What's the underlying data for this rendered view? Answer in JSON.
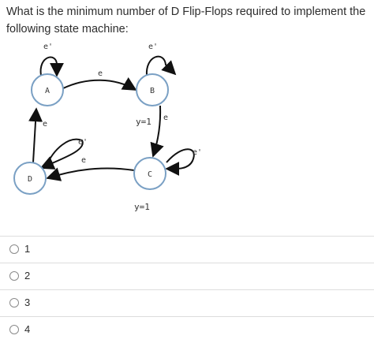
{
  "question": {
    "text": "What is the minimum number of D Flip-Flops required to implement the following state machine:"
  },
  "diagram": {
    "states": {
      "a": "A",
      "b": "B",
      "c": "C",
      "d": "D"
    },
    "labels": {
      "a_self": "e'",
      "b_self": "e'",
      "a_to_b": "e",
      "b_to_c": "e",
      "b_output": "y=1",
      "c_self": "e'",
      "c_output": "y=1",
      "d_to_a": "e",
      "d_self": "e'",
      "c_to_d": "e"
    }
  },
  "options": [
    {
      "label": "1"
    },
    {
      "label": "2"
    },
    {
      "label": "3"
    },
    {
      "label": "4"
    }
  ]
}
